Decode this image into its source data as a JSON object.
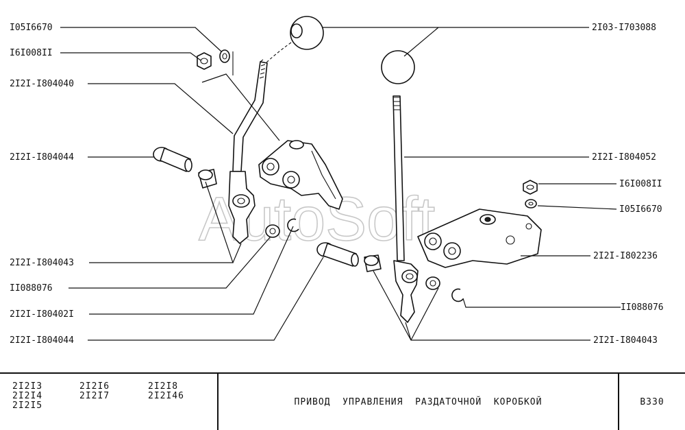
{
  "watermark": "AutoSoft",
  "labels_left": [
    {
      "id": "l1",
      "text": "I05I6670"
    },
    {
      "id": "l2",
      "text": "I6I008II"
    },
    {
      "id": "l3",
      "text": "2I2I-I804040"
    },
    {
      "id": "l4",
      "text": "2I2I-I804044"
    },
    {
      "id": "l5",
      "text": "2I2I-I804043"
    },
    {
      "id": "l6",
      "text": "II088076"
    },
    {
      "id": "l7",
      "text": "2I2I-I80402I"
    },
    {
      "id": "l8",
      "text": "2I2I-I804044"
    }
  ],
  "labels_right": [
    {
      "id": "r1",
      "text": "2I03-I703088"
    },
    {
      "id": "r2",
      "text": "2I2I-I804052"
    },
    {
      "id": "r3",
      "text": "I6I008II"
    },
    {
      "id": "r4",
      "text": "I05I6670"
    },
    {
      "id": "r5",
      "text": "2I2I-I802236"
    },
    {
      "id": "r6",
      "text": "II088076"
    },
    {
      "id": "r7",
      "text": "2I2I-I804043"
    }
  ],
  "title_block": {
    "models": [
      [
        "2I2I3",
        "2I2I4",
        "2I2I5"
      ],
      [
        "2I2I6",
        "2I2I7"
      ],
      [
        "2I2I8",
        "2I2I46"
      ]
    ],
    "title": "ПРИВОД  УПРАВЛЕНИЯ  РАЗДАТОЧНОЙ  КОРОБКОЙ",
    "code": "B330"
  }
}
